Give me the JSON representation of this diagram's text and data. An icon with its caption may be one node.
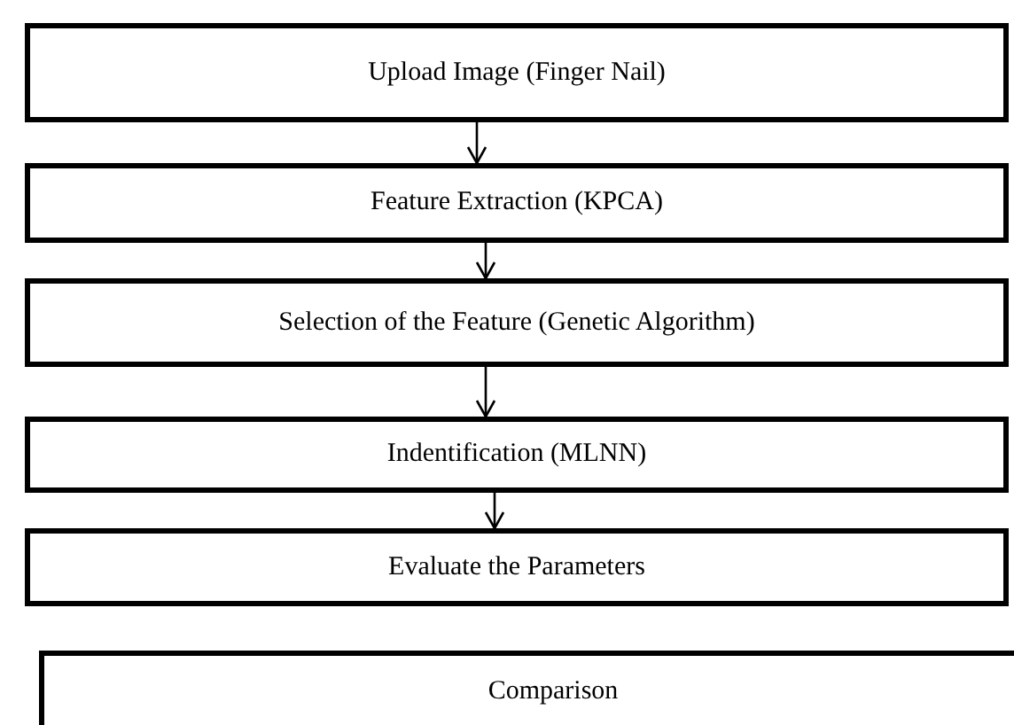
{
  "diagram": {
    "nodes": [
      {
        "text": [
          "Upload Image (Finger Nail)"
        ]
      },
      {
        "text": [
          "Feature Extraction (KPCA)"
        ]
      },
      {
        "text": [
          "Selection of the Feature (Genetic Algorithm)"
        ]
      },
      {
        "text": [
          "Indentification (MLNN)"
        ]
      },
      {
        "text": [
          "Evaluate the Parameters"
        ]
      },
      {
        "text": [
          "Comparison"
        ]
      }
    ],
    "edges": [
      {
        "from": 0,
        "to": 1,
        "arrow": "to"
      },
      {
        "from": 1,
        "to": 2,
        "arrow": "to"
      },
      {
        "from": 2,
        "to": 3,
        "arrow": "to"
      },
      {
        "from": 3,
        "to": 4,
        "arrow": "to"
      }
    ]
  }
}
